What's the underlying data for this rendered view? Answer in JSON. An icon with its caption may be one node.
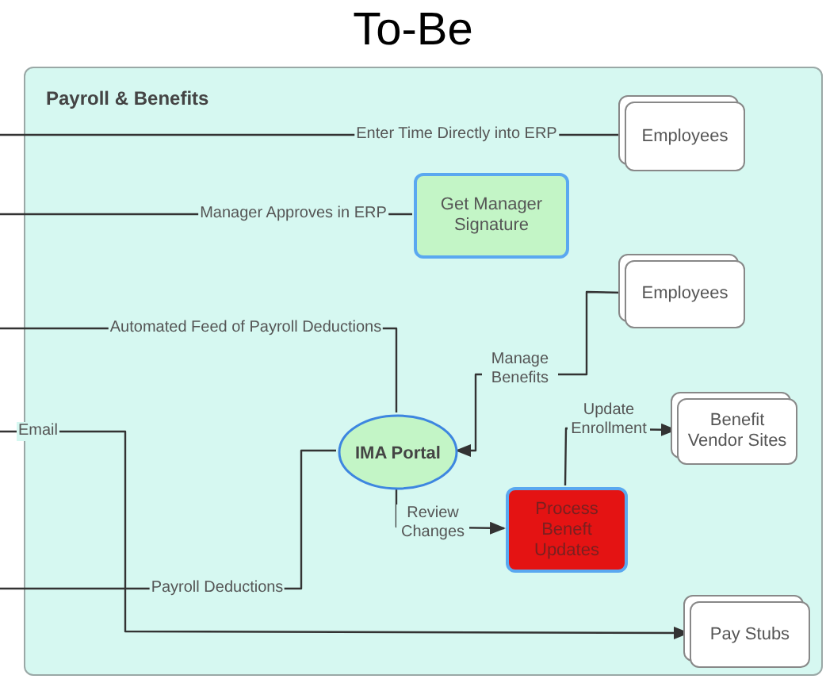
{
  "diagram": {
    "title": "To-Be",
    "nodes": [
      {
        "text": [
          "Payroll & Benefits"
        ]
      },
      {
        "text": [
          "Employees"
        ],
        "in": 0
      },
      {
        "text": [
          "Get Manager Signature"
        ],
        "in": 0
      },
      {
        "text": [
          "Employees"
        ],
        "in": 0
      },
      {
        "text": [
          "IMA Portal"
        ],
        "in": 0
      },
      {
        "text": [
          "Benefit Vendor Sites"
        ],
        "in": 0
      },
      {
        "text": [
          "Process Beneft Updates"
        ],
        "in": 0
      },
      {
        "text": [
          "Pay Stubs"
        ],
        "in": 0
      }
    ],
    "edges": [
      {
        "from": null,
        "to": 1,
        "arrow": "none",
        "label": "Enter Time Directly into ERP"
      },
      {
        "from": null,
        "to": 2,
        "arrow": "none",
        "label": "Manager Approves in ERP"
      },
      {
        "from": null,
        "to": 4,
        "arrow": "none",
        "label": "Automated Feed of Payroll Deductions"
      },
      {
        "from": null,
        "to": 7,
        "arrow": "to",
        "label": "Email"
      },
      {
        "from": null,
        "to": 4,
        "arrow": "none",
        "label": "Payroll Deductions"
      },
      {
        "from": 3,
        "to": 4,
        "arrow": "to",
        "label": "Manage Benefits"
      },
      {
        "from": 4,
        "to": 6,
        "arrow": "to",
        "label": "Review Changes"
      },
      {
        "from": 6,
        "to": 5,
        "arrow": "to",
        "label": "Update Enrollment"
      }
    ]
  }
}
